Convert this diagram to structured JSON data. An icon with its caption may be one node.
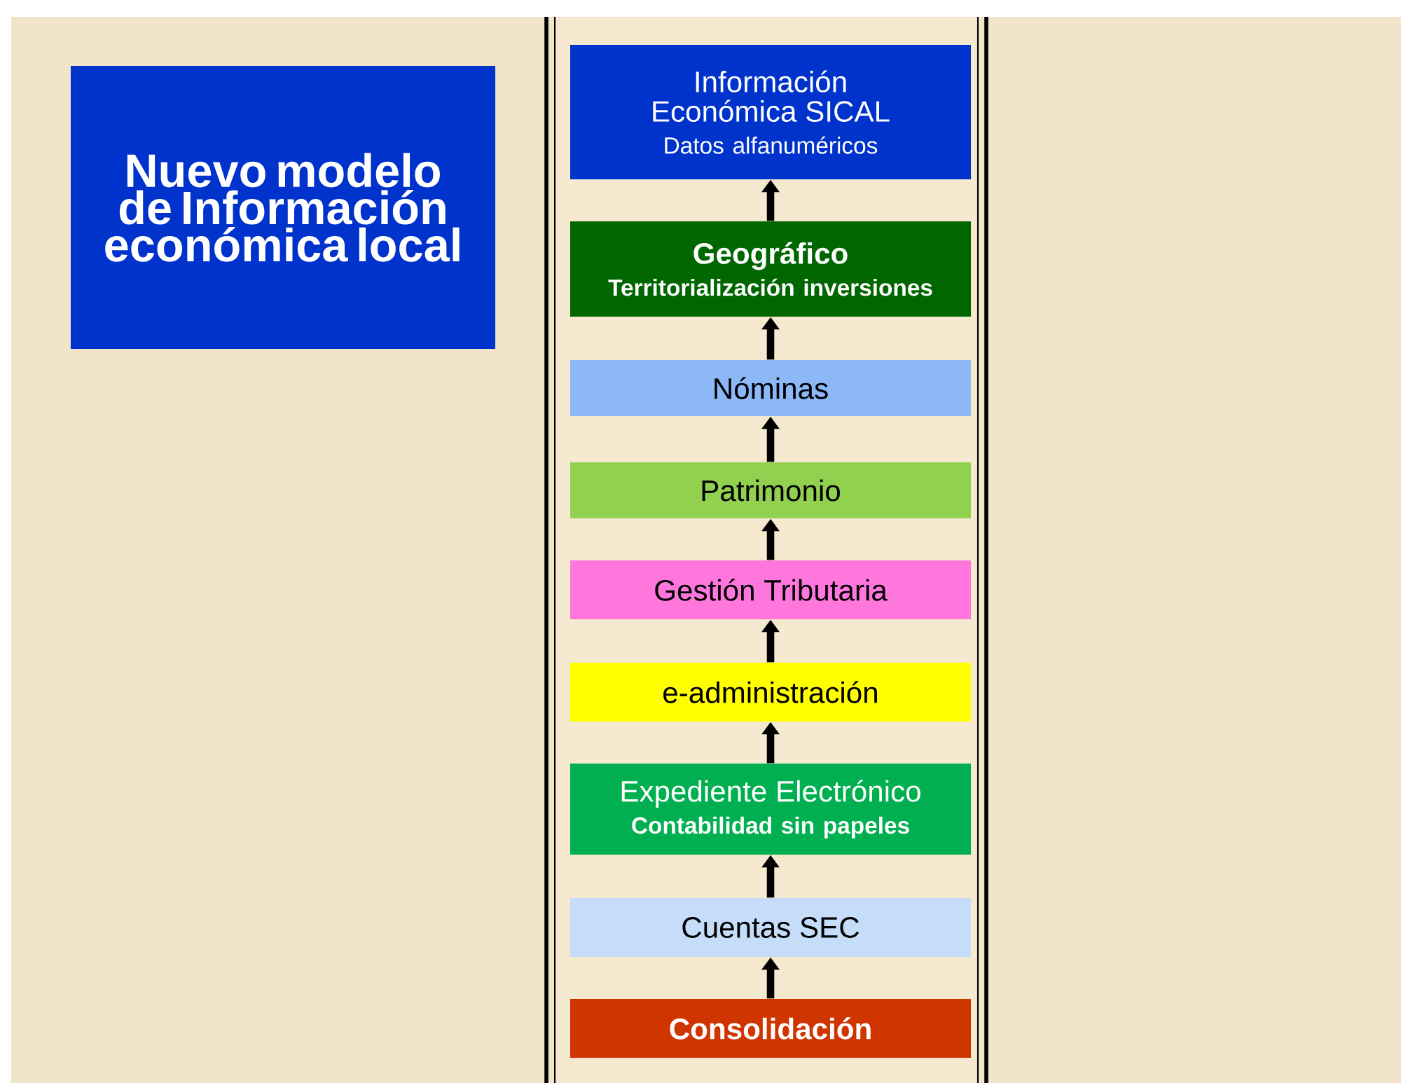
{
  "diagram": {
    "nodes": [
      {
        "text": [
          "Nuevo modelo de Información económica local"
        ]
      },
      {
        "text": [
          "Información Económica SICAL",
          "Datos alfanuméricos"
        ]
      },
      {
        "text": [
          "Geográfico",
          "Territorialización inversiones"
        ]
      },
      {
        "text": [
          "Nóminas"
        ]
      },
      {
        "text": [
          "Patrimonio"
        ]
      },
      {
        "text": [
          "Gestión Tributaria"
        ]
      },
      {
        "text": [
          "e-administración"
        ]
      },
      {
        "text": [
          "Expediente Electrónico",
          "Contabilidad sin papeles"
        ]
      },
      {
        "text": [
          "Cuentas SEC"
        ]
      },
      {
        "text": [
          "Consolidación"
        ]
      }
    ],
    "edges": [
      {
        "from": 9,
        "to": 8,
        "arrow": "to"
      },
      {
        "from": 8,
        "to": 7,
        "arrow": "to"
      },
      {
        "from": 7,
        "to": 6,
        "arrow": "to"
      },
      {
        "from": 6,
        "to": 5,
        "arrow": "to"
      },
      {
        "from": 5,
        "to": 4,
        "arrow": "to"
      },
      {
        "from": 4,
        "to": 3,
        "arrow": "to"
      },
      {
        "from": 3,
        "to": 2,
        "arrow": "to"
      },
      {
        "from": 2,
        "to": 1,
        "arrow": "to"
      }
    ]
  }
}
